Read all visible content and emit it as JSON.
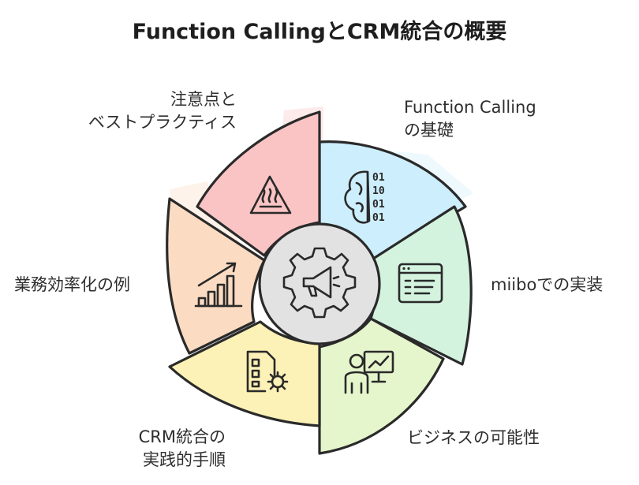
{
  "title": "Function CallingとCRM統合の概要",
  "segments": [
    {
      "id": "basics",
      "line1": "Function Calling",
      "line2": "の基礎",
      "color": "#cdeefc",
      "icon": "binary-brain-icon"
    },
    {
      "id": "miibo",
      "line1": "miiboでの実装",
      "line2": "",
      "color": "#d3f3df",
      "icon": "code-window-icon"
    },
    {
      "id": "business",
      "line1": "ビジネスの可能性",
      "line2": "",
      "color": "#e6f6cc",
      "icon": "presenter-chart-icon"
    },
    {
      "id": "crm",
      "line1": "CRM統合の",
      "line2": "実践的手順",
      "color": "#fcf1b6",
      "icon": "document-gear-icon"
    },
    {
      "id": "efficiency",
      "line1": "業務効率化の例",
      "line2": "",
      "color": "#fbdcc3",
      "icon": "growth-bar-chart-icon"
    },
    {
      "id": "caution",
      "line1": "注意点と",
      "line2": "ベストプラクティス",
      "color": "#fbc4c4",
      "icon": "heat-warning-icon"
    }
  ],
  "hub": {
    "color": "#e2e2e2",
    "icon": "gear-megaphone-icon"
  },
  "binary_rows": [
    "01",
    "10",
    "01",
    "01"
  ]
}
